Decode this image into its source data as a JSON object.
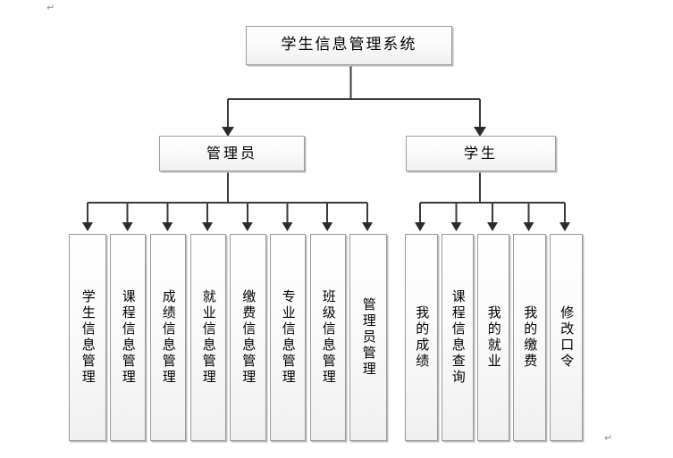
{
  "diagram": {
    "title": "学生信息管理系统",
    "type": "tree",
    "root": {
      "label": "学生信息管理系统"
    },
    "branches": [
      {
        "id": "admin",
        "label": "管理员",
        "children": [
          {
            "label": "学生信息管理"
          },
          {
            "label": "课程信息管理"
          },
          {
            "label": "成绩信息管理"
          },
          {
            "label": "就业信息管理"
          },
          {
            "label": "缴费信息管理"
          },
          {
            "label": "专业信息管理"
          },
          {
            "label": "班级信息管理"
          },
          {
            "label": "管理员管理"
          }
        ]
      },
      {
        "id": "student",
        "label": "学生",
        "children": [
          {
            "label": "我的成绩"
          },
          {
            "label": "课程信息查询"
          },
          {
            "label": "我的就业"
          },
          {
            "label": "我的缴费"
          },
          {
            "label": "修改口令"
          }
        ]
      }
    ]
  },
  "artifacts": {
    "pilcrow_top": "↵",
    "pilcrow_bottom": "↵"
  },
  "colors": {
    "box_border": "#9a9a9a",
    "box_shadow": "#bdbdbd",
    "connector": "#3a3a3a",
    "text": "#000000",
    "background": "#ffffff"
  }
}
